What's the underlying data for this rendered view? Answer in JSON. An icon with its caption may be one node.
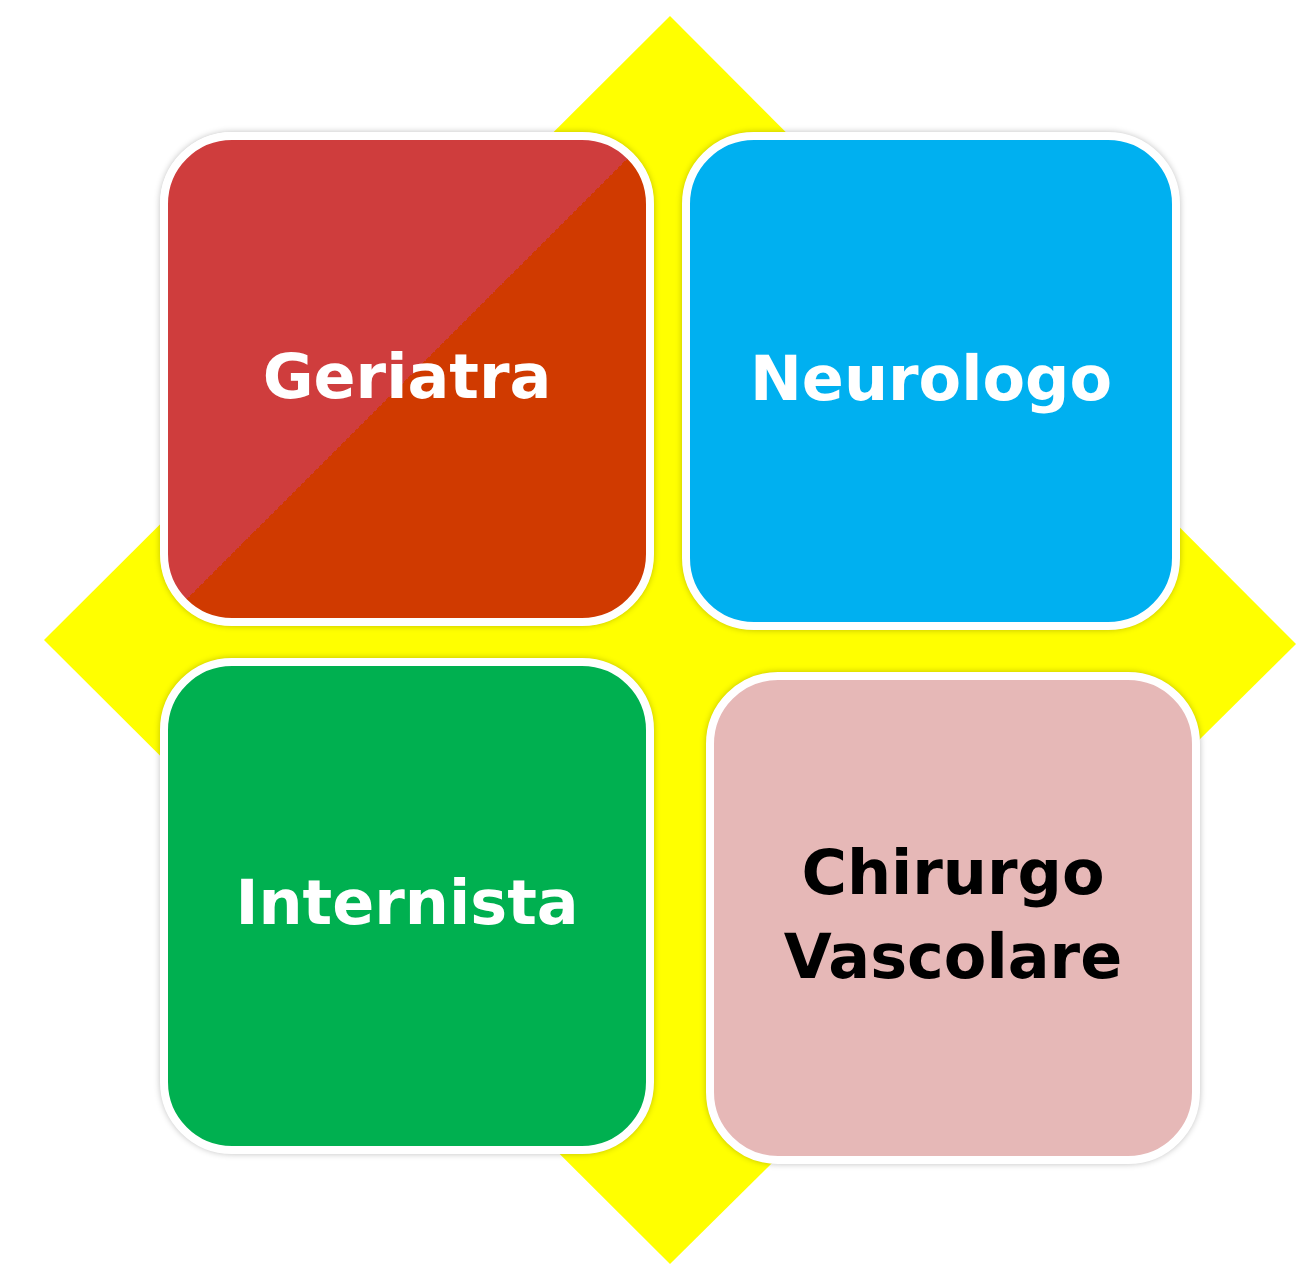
{
  "diagram": {
    "nodes": [
      {
        "text": [
          "Geriatra"
        ]
      },
      {
        "text": [
          "Neurologo"
        ]
      },
      {
        "text": [
          "Internista"
        ]
      },
      {
        "text": [
          "Chirurgo Vascolare"
        ]
      }
    ]
  }
}
